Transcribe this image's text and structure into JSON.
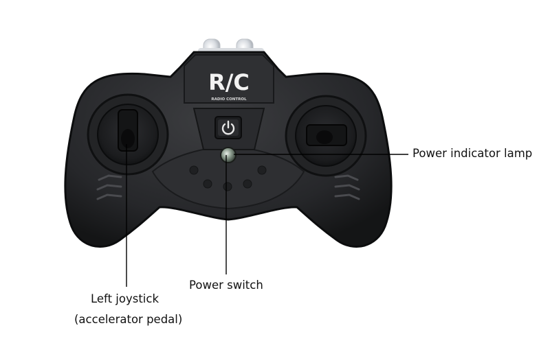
{
  "device": {
    "logo_text": "R/C",
    "logo_subtext": "RADIO CONTROL"
  },
  "callouts": {
    "power_indicator_lamp": "Power indicator lamp",
    "power_switch": "Power switch",
    "left_joystick": "Left joystick",
    "left_joystick_note": "(accelerator pedal)"
  },
  "colors": {
    "body": "#2a2b2d",
    "body_edge": "#121314",
    "panel": "#3a3b3e",
    "leader_line": "#000000",
    "label_text": "#111111"
  }
}
